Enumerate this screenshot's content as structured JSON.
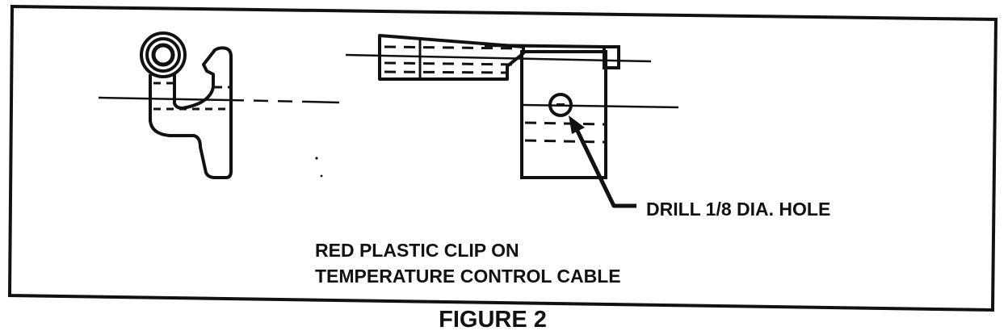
{
  "callout": "DRILL 1/8 DIA. HOLE",
  "caption_lines": [
    "RED PLASTIC CLIP ON",
    "TEMPERATURE CONTROL CABLE"
  ],
  "figure_label": "FIGURE 2",
  "colors": {
    "ink": "#111111",
    "paper": "#ffffff"
  }
}
